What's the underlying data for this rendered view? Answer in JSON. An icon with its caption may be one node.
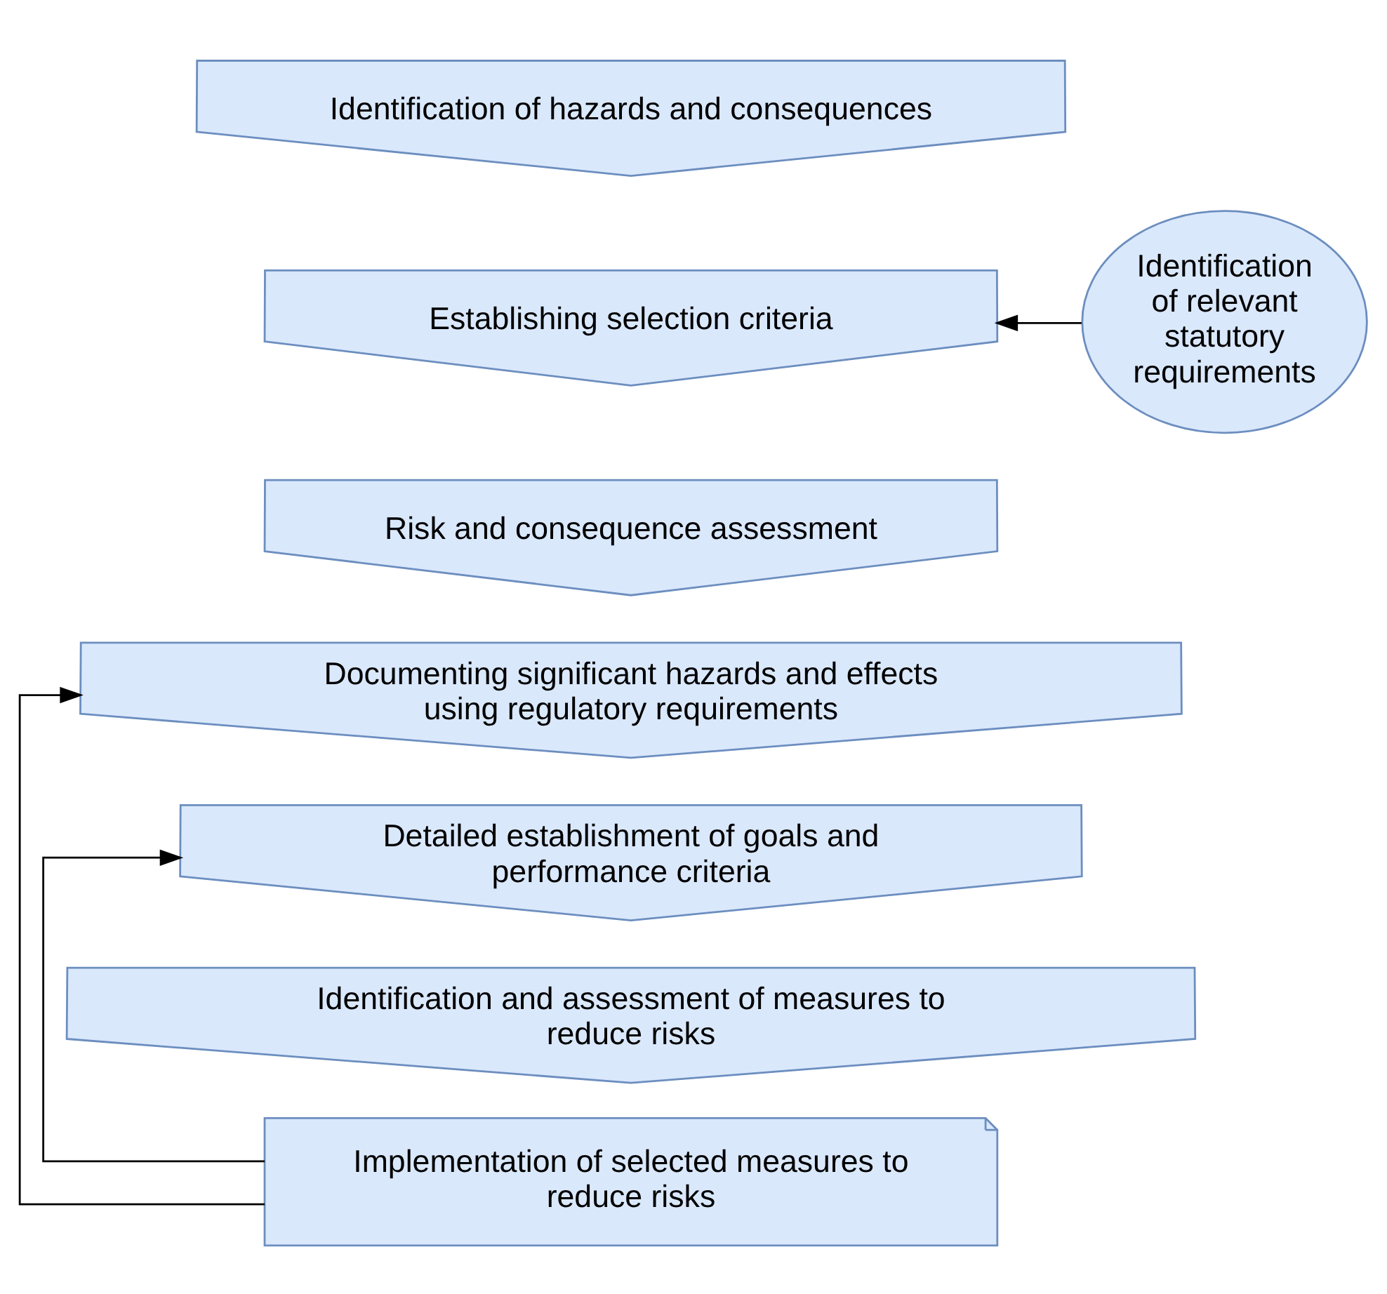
{
  "diagram": {
    "nodes": [
      {
        "text": [
          "Identification of hazards and consequences"
        ]
      },
      {
        "text": [
          "Establishing selection criteria"
        ]
      },
      {
        "text": [
          "Risk and consequence assessment"
        ]
      },
      {
        "text": [
          "Documenting significant hazards and effects using regulatory requirements"
        ]
      },
      {
        "text": [
          "Detailed establishment of goals and performance criteria"
        ]
      },
      {
        "text": [
          "Identification and assessment of measures to reduce risks"
        ]
      },
      {
        "text": [
          "Implementation of selected measures to reduce risks"
        ]
      },
      {
        "text": [
          "Identification of relevant statutory requirements"
        ]
      }
    ],
    "edges": [
      {
        "from": 7,
        "to": 1,
        "arrow": "to"
      },
      {
        "from": 6,
        "to": 3,
        "arrow": "to"
      },
      {
        "from": 6,
        "to": 4,
        "arrow": "to"
      }
    ]
  }
}
